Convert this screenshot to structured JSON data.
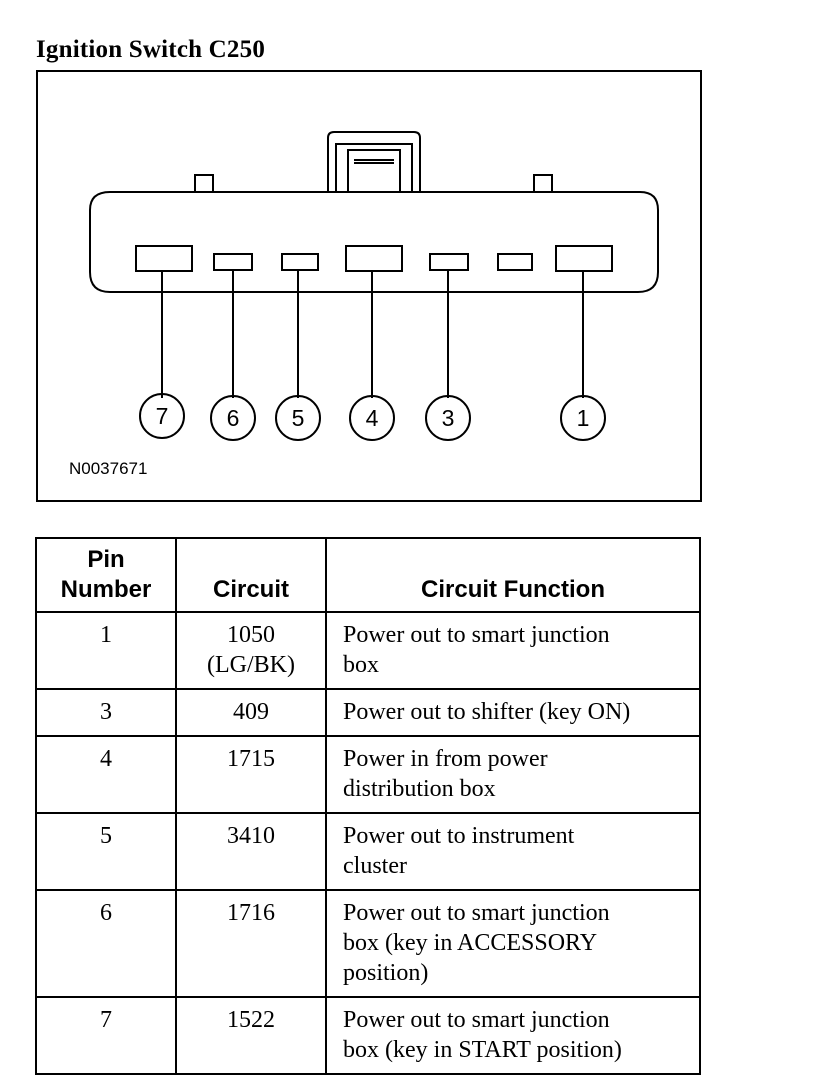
{
  "title": "Ignition Switch C250",
  "diagram": {
    "figure_id": "N0037671",
    "pin_labels": [
      "7",
      "6",
      "5",
      "4",
      "3",
      "1"
    ]
  },
  "table": {
    "headers": {
      "pin": [
        "Pin",
        "Number"
      ],
      "circuit": "Circuit",
      "function": "Circuit Function"
    },
    "rows": [
      {
        "pin": "1",
        "circuit": [
          "1050",
          "(LG/BK)"
        ],
        "function": [
          "Power out to smart junction",
          "box"
        ]
      },
      {
        "pin": "3",
        "circuit": [
          "409"
        ],
        "function": [
          "Power out to shifter (key ON)"
        ]
      },
      {
        "pin": "4",
        "circuit": [
          "1715"
        ],
        "function": [
          "Power in from power",
          "distribution box"
        ]
      },
      {
        "pin": "5",
        "circuit": [
          "3410"
        ],
        "function": [
          "Power out to instrument",
          "cluster"
        ]
      },
      {
        "pin": "6",
        "circuit": [
          "1716"
        ],
        "function": [
          "Power out to smart junction",
          "box (key in ACCESSORY",
          "position)"
        ]
      },
      {
        "pin": "7",
        "circuit": [
          "1522"
        ],
        "function": [
          "Power out to smart junction",
          "box (key in START position)"
        ]
      }
    ]
  }
}
